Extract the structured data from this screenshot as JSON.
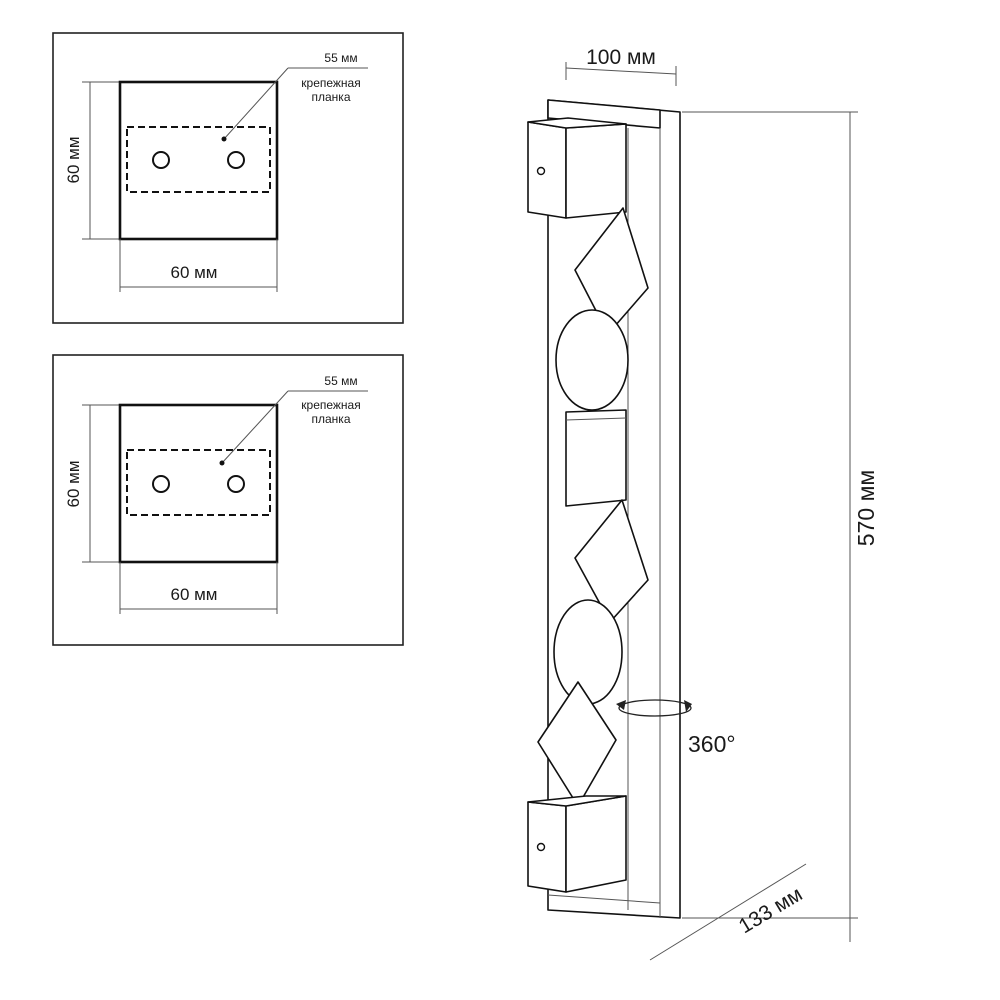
{
  "mount_panels": [
    {
      "width_label": "60 мм",
      "height_label": "60 мм",
      "bracket_width_label": "55 мм",
      "bracket_name_line1": "крепежная",
      "bracket_name_line2": "планка"
    },
    {
      "width_label": "60 мм",
      "height_label": "60 мм",
      "bracket_width_label": "55 мм",
      "bracket_name_line1": "крепежная",
      "bracket_name_line2": "планка"
    }
  ],
  "fixture": {
    "width_label": "100 мм",
    "height_label": "570 мм",
    "depth_label": "133 мм",
    "rotation_label": "360°"
  }
}
